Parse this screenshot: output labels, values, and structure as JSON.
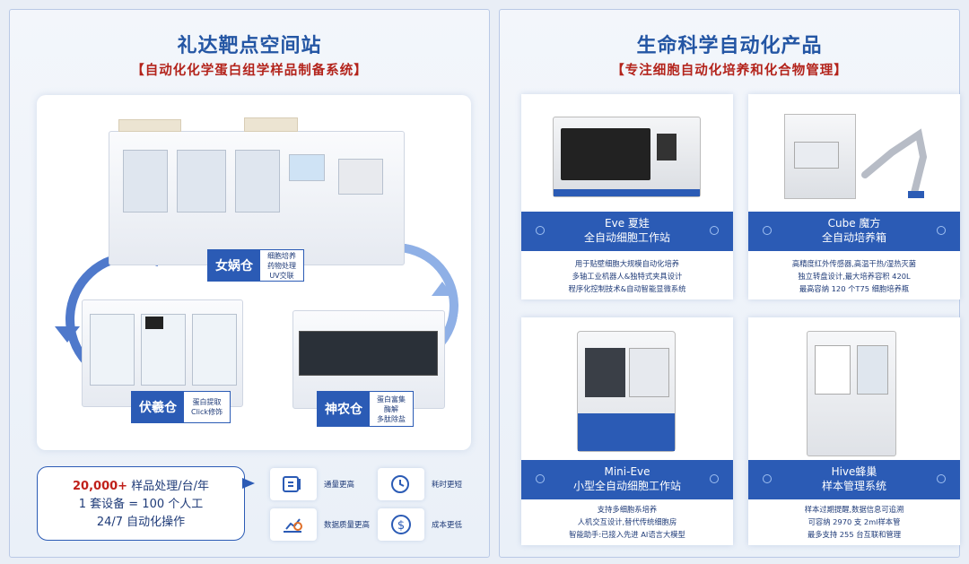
{
  "left": {
    "title": "礼达靶点空间站",
    "subtitle": "【自动化化学蛋白组学样品制备系统】",
    "stations": [
      {
        "name": "女娲仓",
        "lines": [
          "细胞培养",
          "药物处理",
          "UV交联"
        ]
      },
      {
        "name": "伏羲仓",
        "lines": [
          "蛋白提取",
          "Click修饰"
        ]
      },
      {
        "name": "神农仓",
        "lines": [
          "蛋白富集",
          "酶解",
          "多肽除盐"
        ]
      }
    ],
    "stats": {
      "highlight": "20,000+",
      "line1_rest": " 样品处理/台/年",
      "line2": "1 套设备 = 100 个人工",
      "line3": "24/7 自动化操作"
    },
    "features": [
      {
        "icon": "throughput-icon",
        "label": "通量更高"
      },
      {
        "icon": "clock-icon",
        "label": "耗时更短"
      },
      {
        "icon": "quality-chart-icon",
        "label": "数据质量更高"
      },
      {
        "icon": "dollar-icon",
        "label": "成本更低"
      }
    ]
  },
  "right": {
    "title": "生命科学自动化产品",
    "subtitle": "【专注细胞自动化培养和化合物管理】",
    "products": [
      {
        "title1": "Eve 夏娃",
        "title2": "全自动细胞工作站",
        "lines": [
          "用于贴壁细胞大规模自动化培养",
          "多轴工业机器人&独特式夹具设计",
          "程序化控制技术&自动智能显微系统"
        ]
      },
      {
        "title1": "Cube 魔方",
        "title2": "全自动培养箱",
        "lines": [
          "高精度红外传感器,高温干热/湿热灭菌",
          "独立转盘设计,最大培养容积 420L",
          "最高容纳 120 个T75 细胞培养瓶"
        ]
      },
      {
        "title1": "Mini-Eve",
        "title2": "小型全自动细胞工作站",
        "lines": [
          "支持多细胞系培养",
          "人机交互设计,替代传统细胞房",
          "智能助手:已接入先进 AI语言大模型"
        ]
      },
      {
        "title1": "Hive蜂巢",
        "title2": "样本管理系统",
        "lines": [
          "样本过期提醒,数据信息可追溯",
          "可容纳 2970 支 2ml样本管",
          "最多支持 255 台互联和管理"
        ]
      }
    ]
  },
  "colors": {
    "brand_blue": "#2b5bb5",
    "title_blue": "#2456a4",
    "accent_red": "#b3231b"
  }
}
